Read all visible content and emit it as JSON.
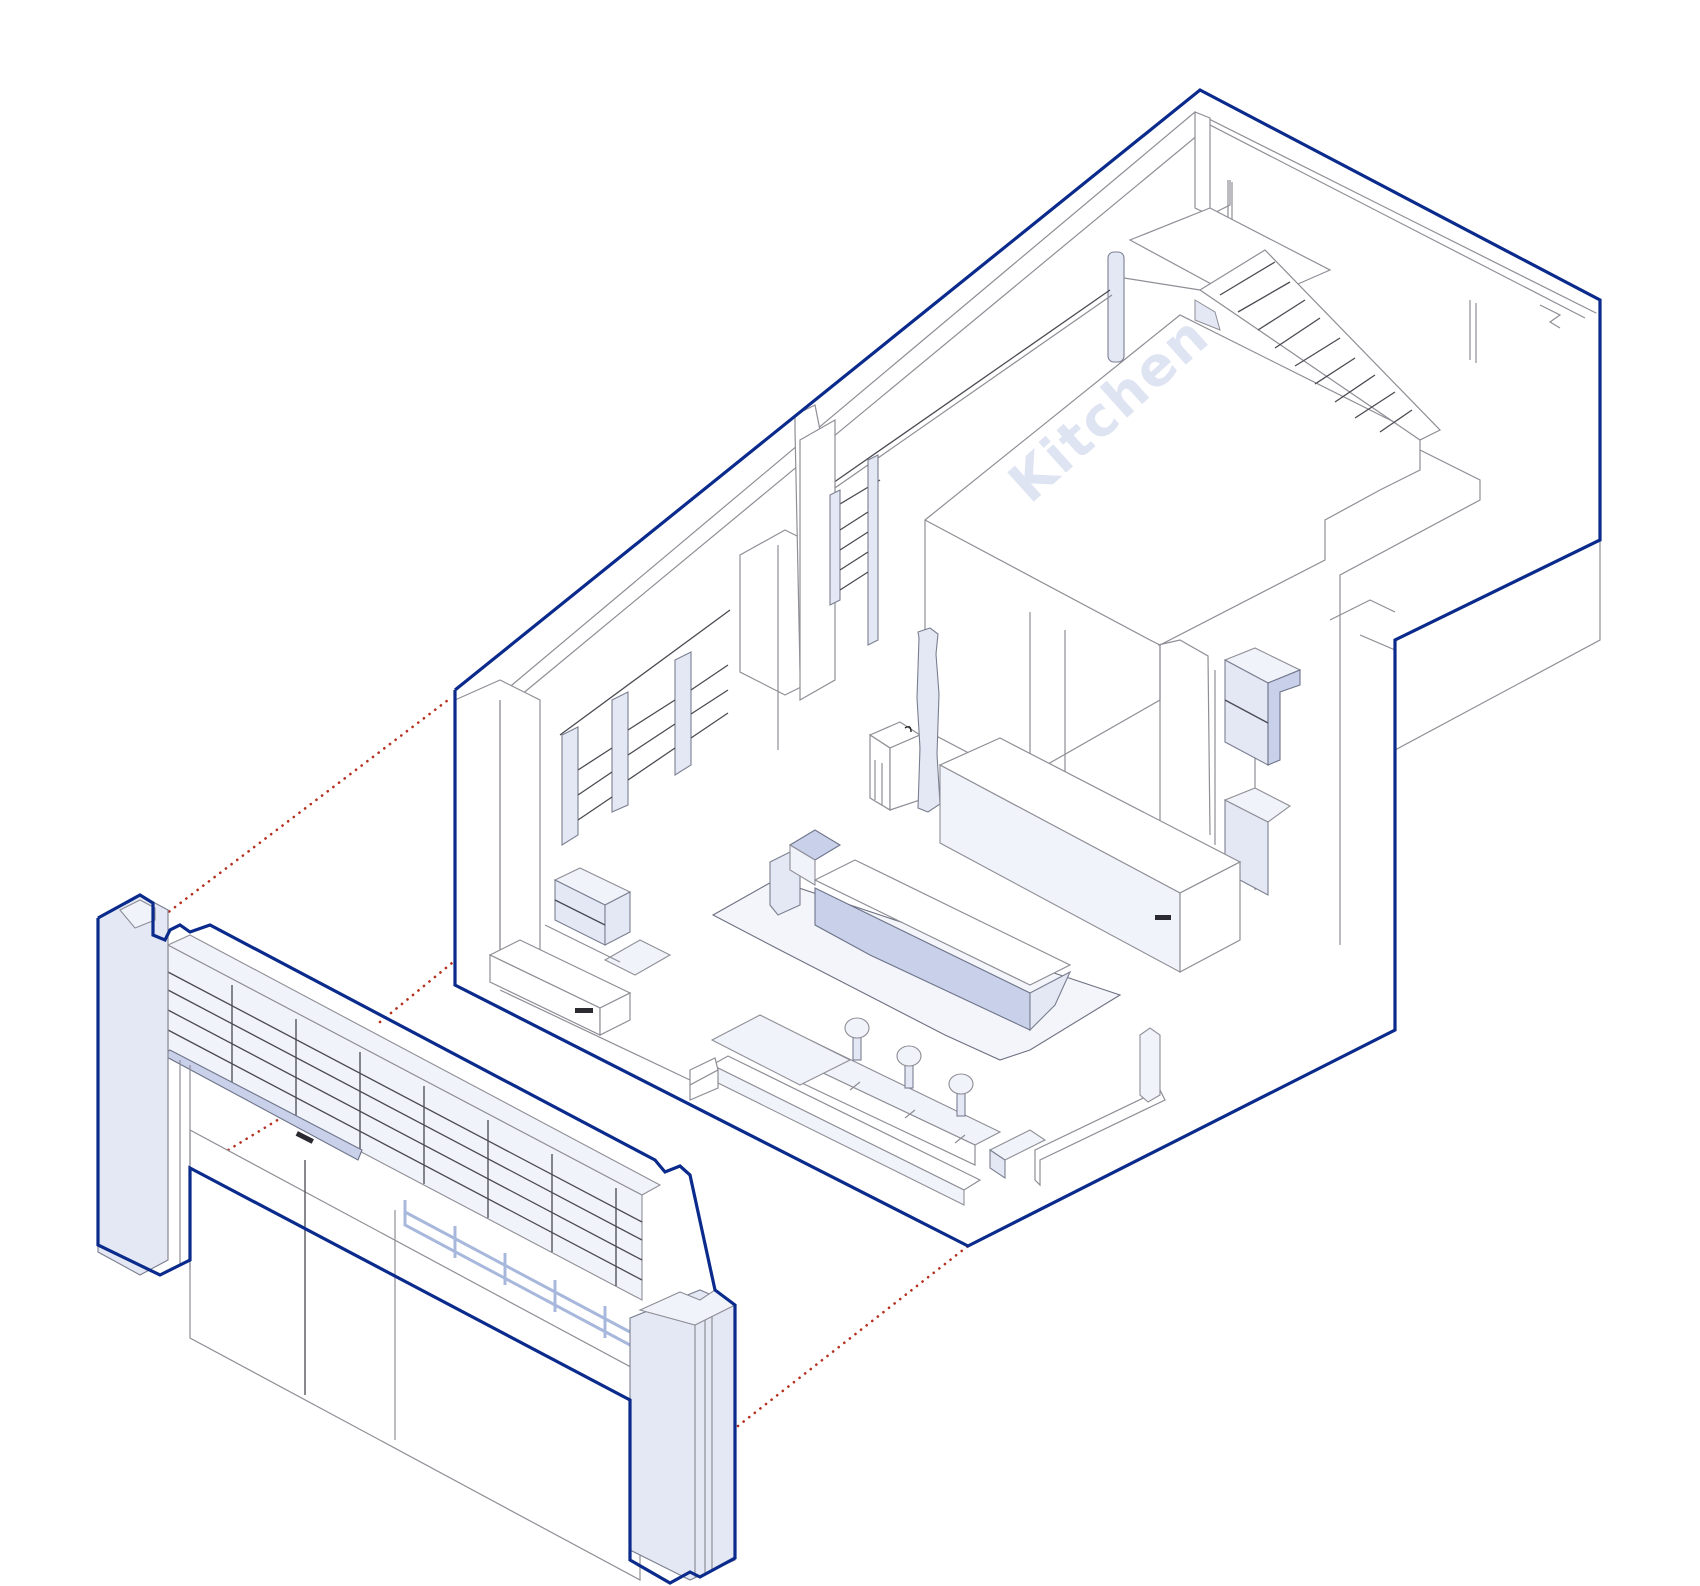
{
  "diagram": {
    "type": "axonometric-floor-plan",
    "background": "#ffffff",
    "colors": {
      "outline": "#0a2a8c",
      "furniture_fill": "#e4e8f5",
      "accent_fill": "#c9d1ea",
      "projection_lines": "#b5301e",
      "line_work": "#8e8e96"
    }
  },
  "rooms": [
    {
      "id": "kitchen",
      "label": "Kitchen"
    }
  ],
  "elements": {
    "storefront": {
      "name": "Exploded storefront facade with signage band and glazed transom"
    },
    "signage_logo": {
      "name": "Brand logo on canopy"
    },
    "counter_logo": {
      "name": "Brand logo on side counter"
    },
    "island_logo": {
      "name": "Brand logo on display counter"
    },
    "staircase": {
      "name": "Stair to upper level"
    },
    "wall_shelving": {
      "name": "Wall-mounted shelving units"
    },
    "central_island": {
      "name": "Central counter island on rug"
    },
    "bar_seating": {
      "name": "Window bar with three stools"
    },
    "sink": {
      "name": "Hand-wash sink"
    },
    "column": {
      "name": "Structural column"
    },
    "wall_cabinet": {
      "name": "Wall cabinet niche"
    }
  }
}
